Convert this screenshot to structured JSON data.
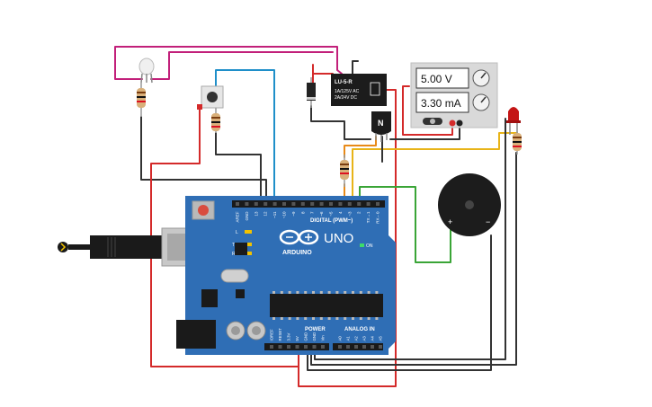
{
  "power_supply": {
    "voltage": "5.00 V",
    "current": "3.30 mA"
  },
  "relay": {
    "model": "LU-5-R",
    "rating_1": "1A/125V AC",
    "rating_2": "2A/24V DC"
  },
  "transistor": {
    "label": "N"
  },
  "arduino": {
    "brand": "ARDUINO",
    "model": "UNO",
    "digital_header": "DIGITAL (PWM~)",
    "power_header": "POWER",
    "analog_header": "ANALOG IN",
    "on_led": "ON",
    "tx": "TX",
    "rx": "RX",
    "l": "L",
    "top_pins": [
      "AREF",
      "GND",
      "13",
      "12",
      "~11",
      "~10",
      "~9",
      "8",
      "7",
      "~6",
      "~5",
      "4",
      "~3",
      "2",
      "TX→1",
      "RX←0"
    ],
    "power_pins": [
      "IOREF",
      "RESET",
      "3.3V",
      "5V",
      "GND",
      "GND",
      "Vin"
    ],
    "analog_pins": [
      "A0",
      "A1",
      "A2",
      "A3",
      "A4",
      "A5"
    ]
  },
  "buzzer": {
    "plus": "+",
    "minus": "−"
  },
  "colors": {
    "board": "#2f6eb5",
    "wire_red": "#d42a2a",
    "wire_black": "#333333",
    "wire_blue": "#1f8fc9",
    "wire_magenta": "#c2207a",
    "wire_green": "#3aa537",
    "wire_yellow": "#e8b418"
  }
}
